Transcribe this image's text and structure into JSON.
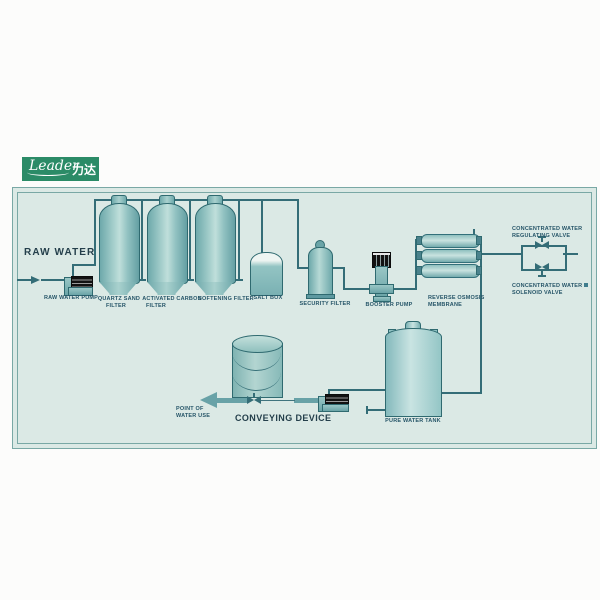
{
  "brand": {
    "script": "Leader",
    "cjk": "力达"
  },
  "colors": {
    "brand_green": "#2b8b67",
    "diagram_background": "#dbe9e5",
    "pipe": "#346d77",
    "vessel_outline": "#2f6a70",
    "vessel_fill": "#8fc2c1",
    "label_text": "#275669",
    "title_text": "#243f4b",
    "pump_motor_black": "#141414"
  },
  "icons": [
    "flow-arrow-icon",
    "point-of-use-arrow-icon",
    "valve-icon",
    "solenoid-marker-icon"
  ],
  "labels": {
    "raw_water": "RAW WATER",
    "raw_water_pump": "RAW WATER PUMP",
    "quartz_l1": "QUARTZ SAND",
    "quartz_l2": "FILTER",
    "carbon_l1": "ACTIVATED CARBON",
    "carbon_l2": "FILTER",
    "softening_filter": "SOFTENING FILTER",
    "salt_box": "SALT BOX",
    "security_filter": "SECURITY FILTER",
    "booster_pump": "BOOSTER PUMP",
    "ro_l1": "REVERSE OSMOSIS",
    "ro_l2": "MEMBRANE",
    "conc_reg_l1": "CONCENTRATED WATER",
    "conc_reg_l2": "REGULATING VALVE",
    "conc_sol_l1": "CONCENTRATED WATER",
    "conc_sol_l2": "SOLENOID VALVE",
    "point_l1": "POINT OF",
    "point_l2": "WATER USE",
    "conveying_device": "CONVEYING DEVICE",
    "pure_water_tank": "PURE WATER TANK"
  }
}
